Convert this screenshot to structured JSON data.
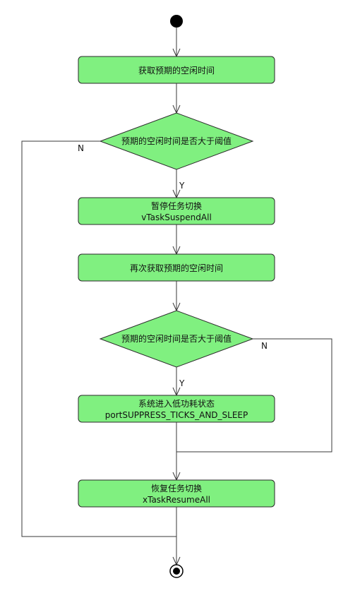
{
  "diagram": {
    "nodes": {
      "get_idle_time": "获取预期的空闲时间",
      "decision1": "预期的空闲时间是否大于阈值",
      "suspend": {
        "line1": "暂停任务切换",
        "line2": "vTaskSuspendAll"
      },
      "get_idle_time_again": "再次获取预期的空闲时间",
      "decision2": "预期的空闲时间是否大于阈值",
      "low_power": {
        "line1": "系统进入低功耗状态",
        "line2": "portSUPPRESS_TICKS_AND_SLEEP"
      },
      "resume": {
        "line1": "恢复任务切换",
        "line2": "xTaskResumeAll"
      }
    },
    "edge_labels": {
      "decision1_no": "N",
      "decision1_yes": "Y",
      "decision2_no": "N",
      "decision2_yes": "Y"
    },
    "colors": {
      "node_fill": "#80f080",
      "stroke": "#2a2a2a"
    }
  }
}
